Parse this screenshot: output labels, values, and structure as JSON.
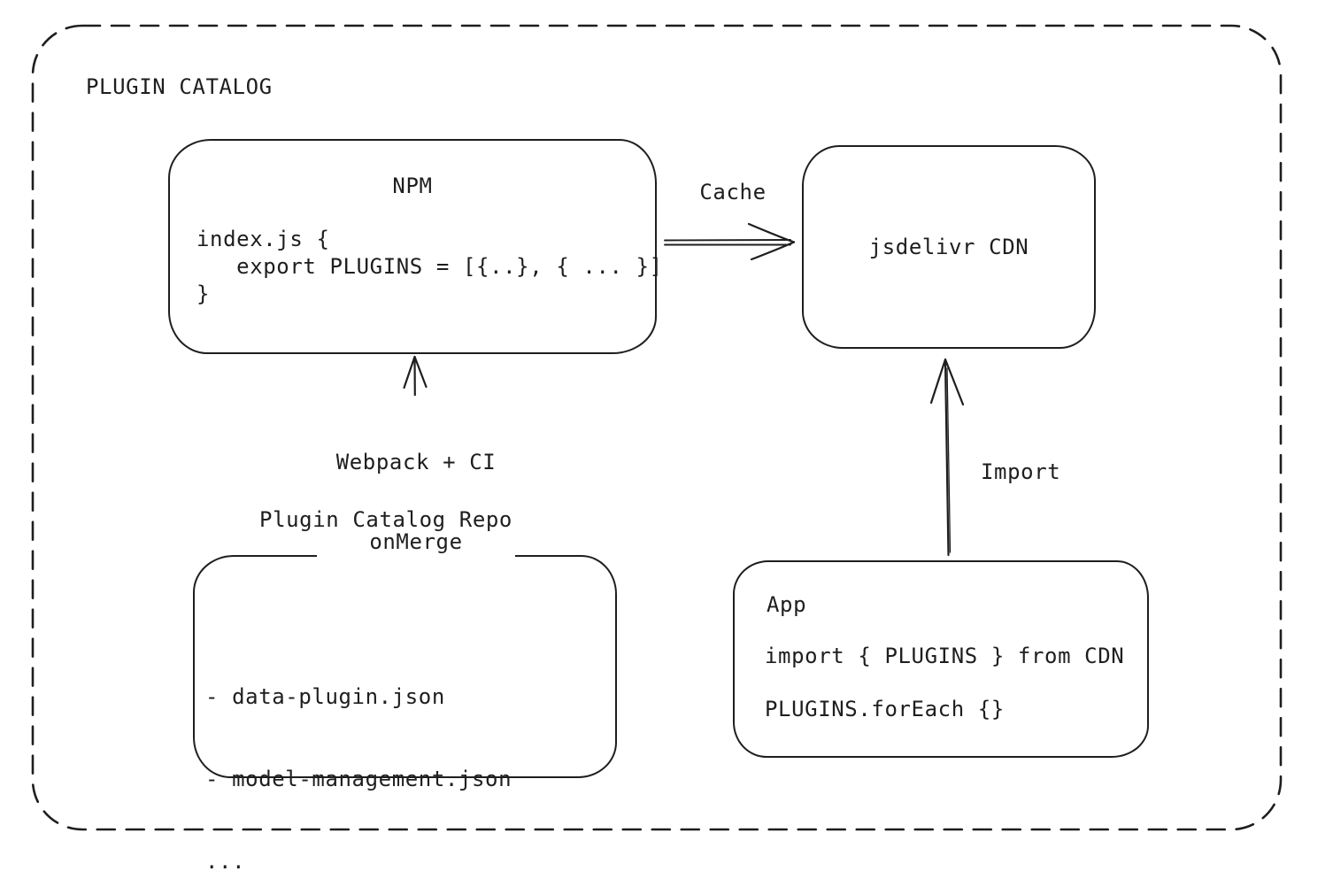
{
  "diagram": {
    "title": "PLUGIN CATALOG",
    "colors": {
      "ink": "#1e1e1e",
      "background": "#ffffff"
    }
  },
  "nodes": {
    "npm": {
      "title": "NPM",
      "code_lines": [
        "index.js {",
        "   export PLUGINS = [{..}, { ... }]",
        "}"
      ]
    },
    "cdn": {
      "label": "jsdelivr CDN"
    },
    "repo": {
      "label": "Plugin Catalog Repo",
      "files": [
        "- data-plugin.json",
        "- model-management.json",
        "..."
      ]
    },
    "app": {
      "title": "App",
      "code_lines": [
        "import { PLUGINS } from CDN",
        "PLUGINS.forEach {}"
      ]
    }
  },
  "edges": {
    "cache": {
      "label": "Cache",
      "from": "npm",
      "to": "cdn"
    },
    "build": {
      "label_lines": [
        "Webpack + CI",
        "onMerge"
      ],
      "from": "repo",
      "to": "npm"
    },
    "import": {
      "label": "Import",
      "from": "app",
      "to": "cdn"
    }
  }
}
